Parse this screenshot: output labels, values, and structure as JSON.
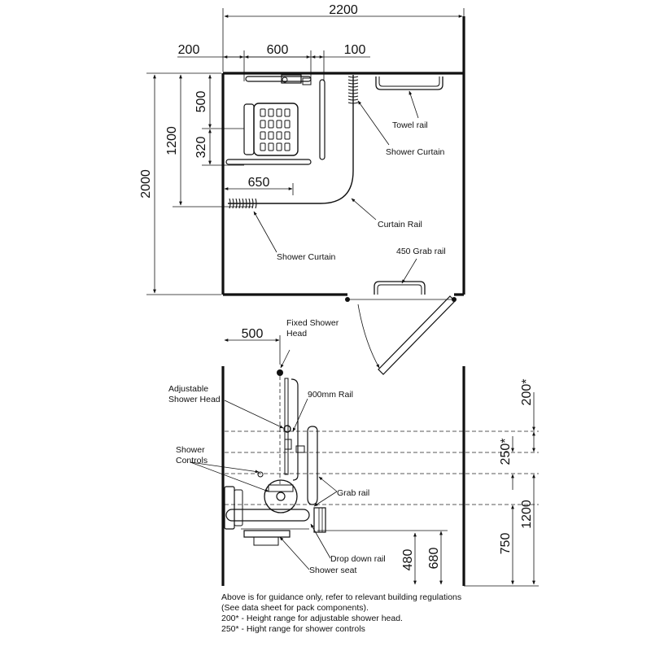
{
  "plan": {
    "dimensions": {
      "overall_width": "2200",
      "left_offset": "200",
      "seat_width": "600",
      "right_offset": "100",
      "overall_depth": "2000",
      "curtain_depth": "1200",
      "seat_depth": "500",
      "seat_offset": "320",
      "rail_length": "650"
    },
    "labels": {
      "towel_rail": "Towel rail",
      "shower_curtain_top": "Shower Curtain",
      "curtain_rail": "Curtain Rail",
      "shower_curtain_left": "Shower Curtain",
      "grab_rail_450": "450 Grab rail"
    }
  },
  "elevation": {
    "dimensions": {
      "head_offset": "500",
      "head_range": "200*",
      "controls_range": "250*",
      "controls_height": "1200",
      "rail_height": "750",
      "seat_top": "680",
      "seat_height": "480"
    },
    "labels": {
      "fixed_shower_head": [
        "Fixed Shower",
        "Head"
      ],
      "adjustable_head": [
        "Adjustable",
        "Shower Head"
      ],
      "rail_900": "900mm Rail",
      "shower_controls": [
        "Shower",
        "Controls"
      ],
      "grab_rail": "Grab rail",
      "drop_down_rail": "Drop down rail",
      "shower_seat": "Shower seat"
    }
  },
  "notes": [
    "Above is for guidance only, refer to relevant building regulations",
    "(See data sheet for pack components).",
    "200* - Height range for adjustable shower head.",
    "250* - Hight range for shower controls"
  ]
}
